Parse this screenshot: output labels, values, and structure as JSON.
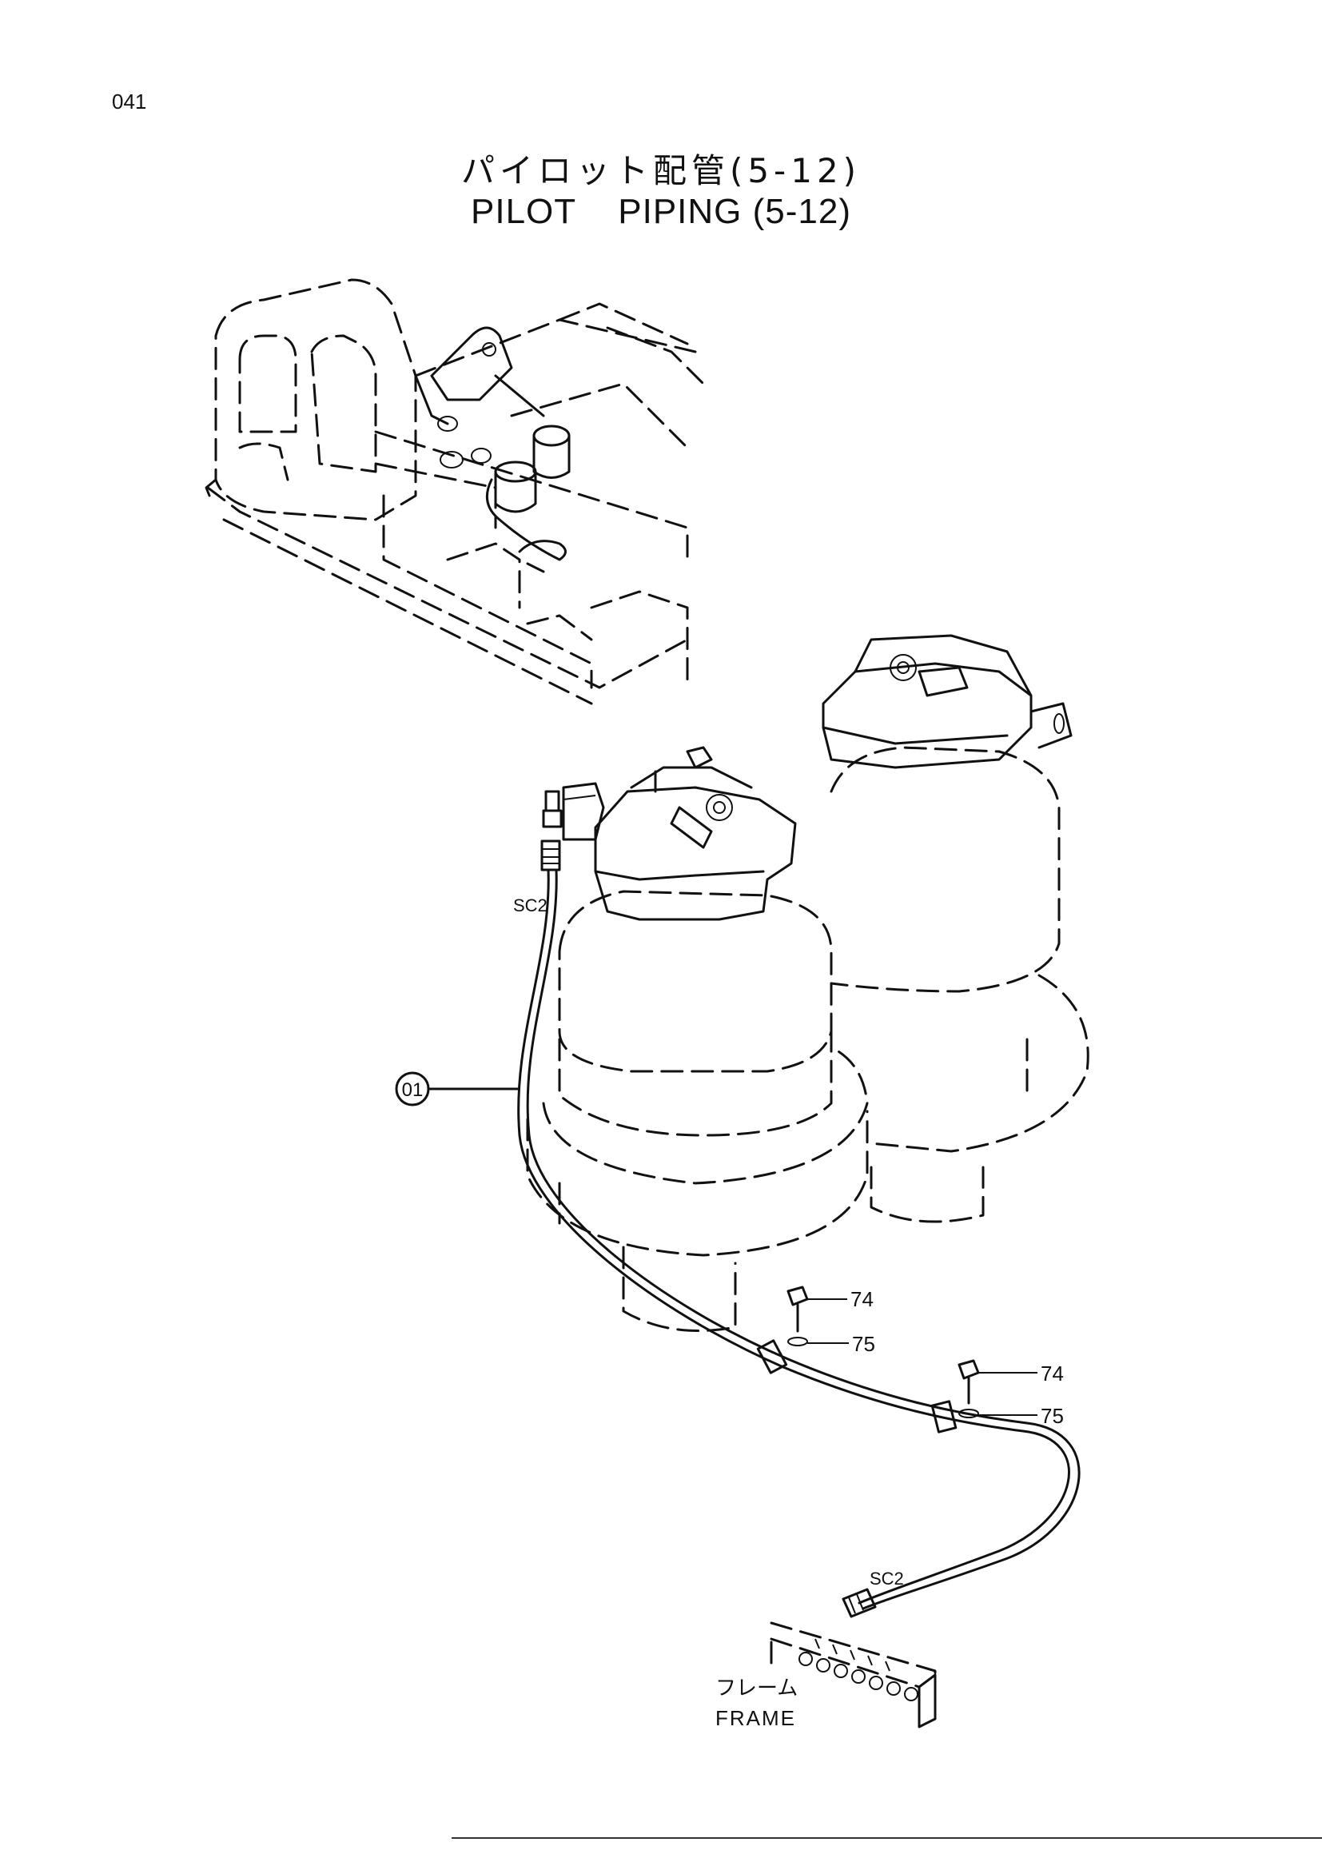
{
  "page": {
    "number": "041"
  },
  "title": {
    "japanese": "パイロット配管(5-12)",
    "english": "PILOT    PIPING (5-12)"
  },
  "callouts": {
    "part_01": "01",
    "port_sc2_top": "SC2",
    "port_sc2_bottom": "SC2",
    "bolt_upper": "74",
    "washer_upper": "75",
    "bolt_lower": "74",
    "washer_lower": "75"
  },
  "frame_label": {
    "japanese": "フレーム",
    "english": "FRAME"
  }
}
